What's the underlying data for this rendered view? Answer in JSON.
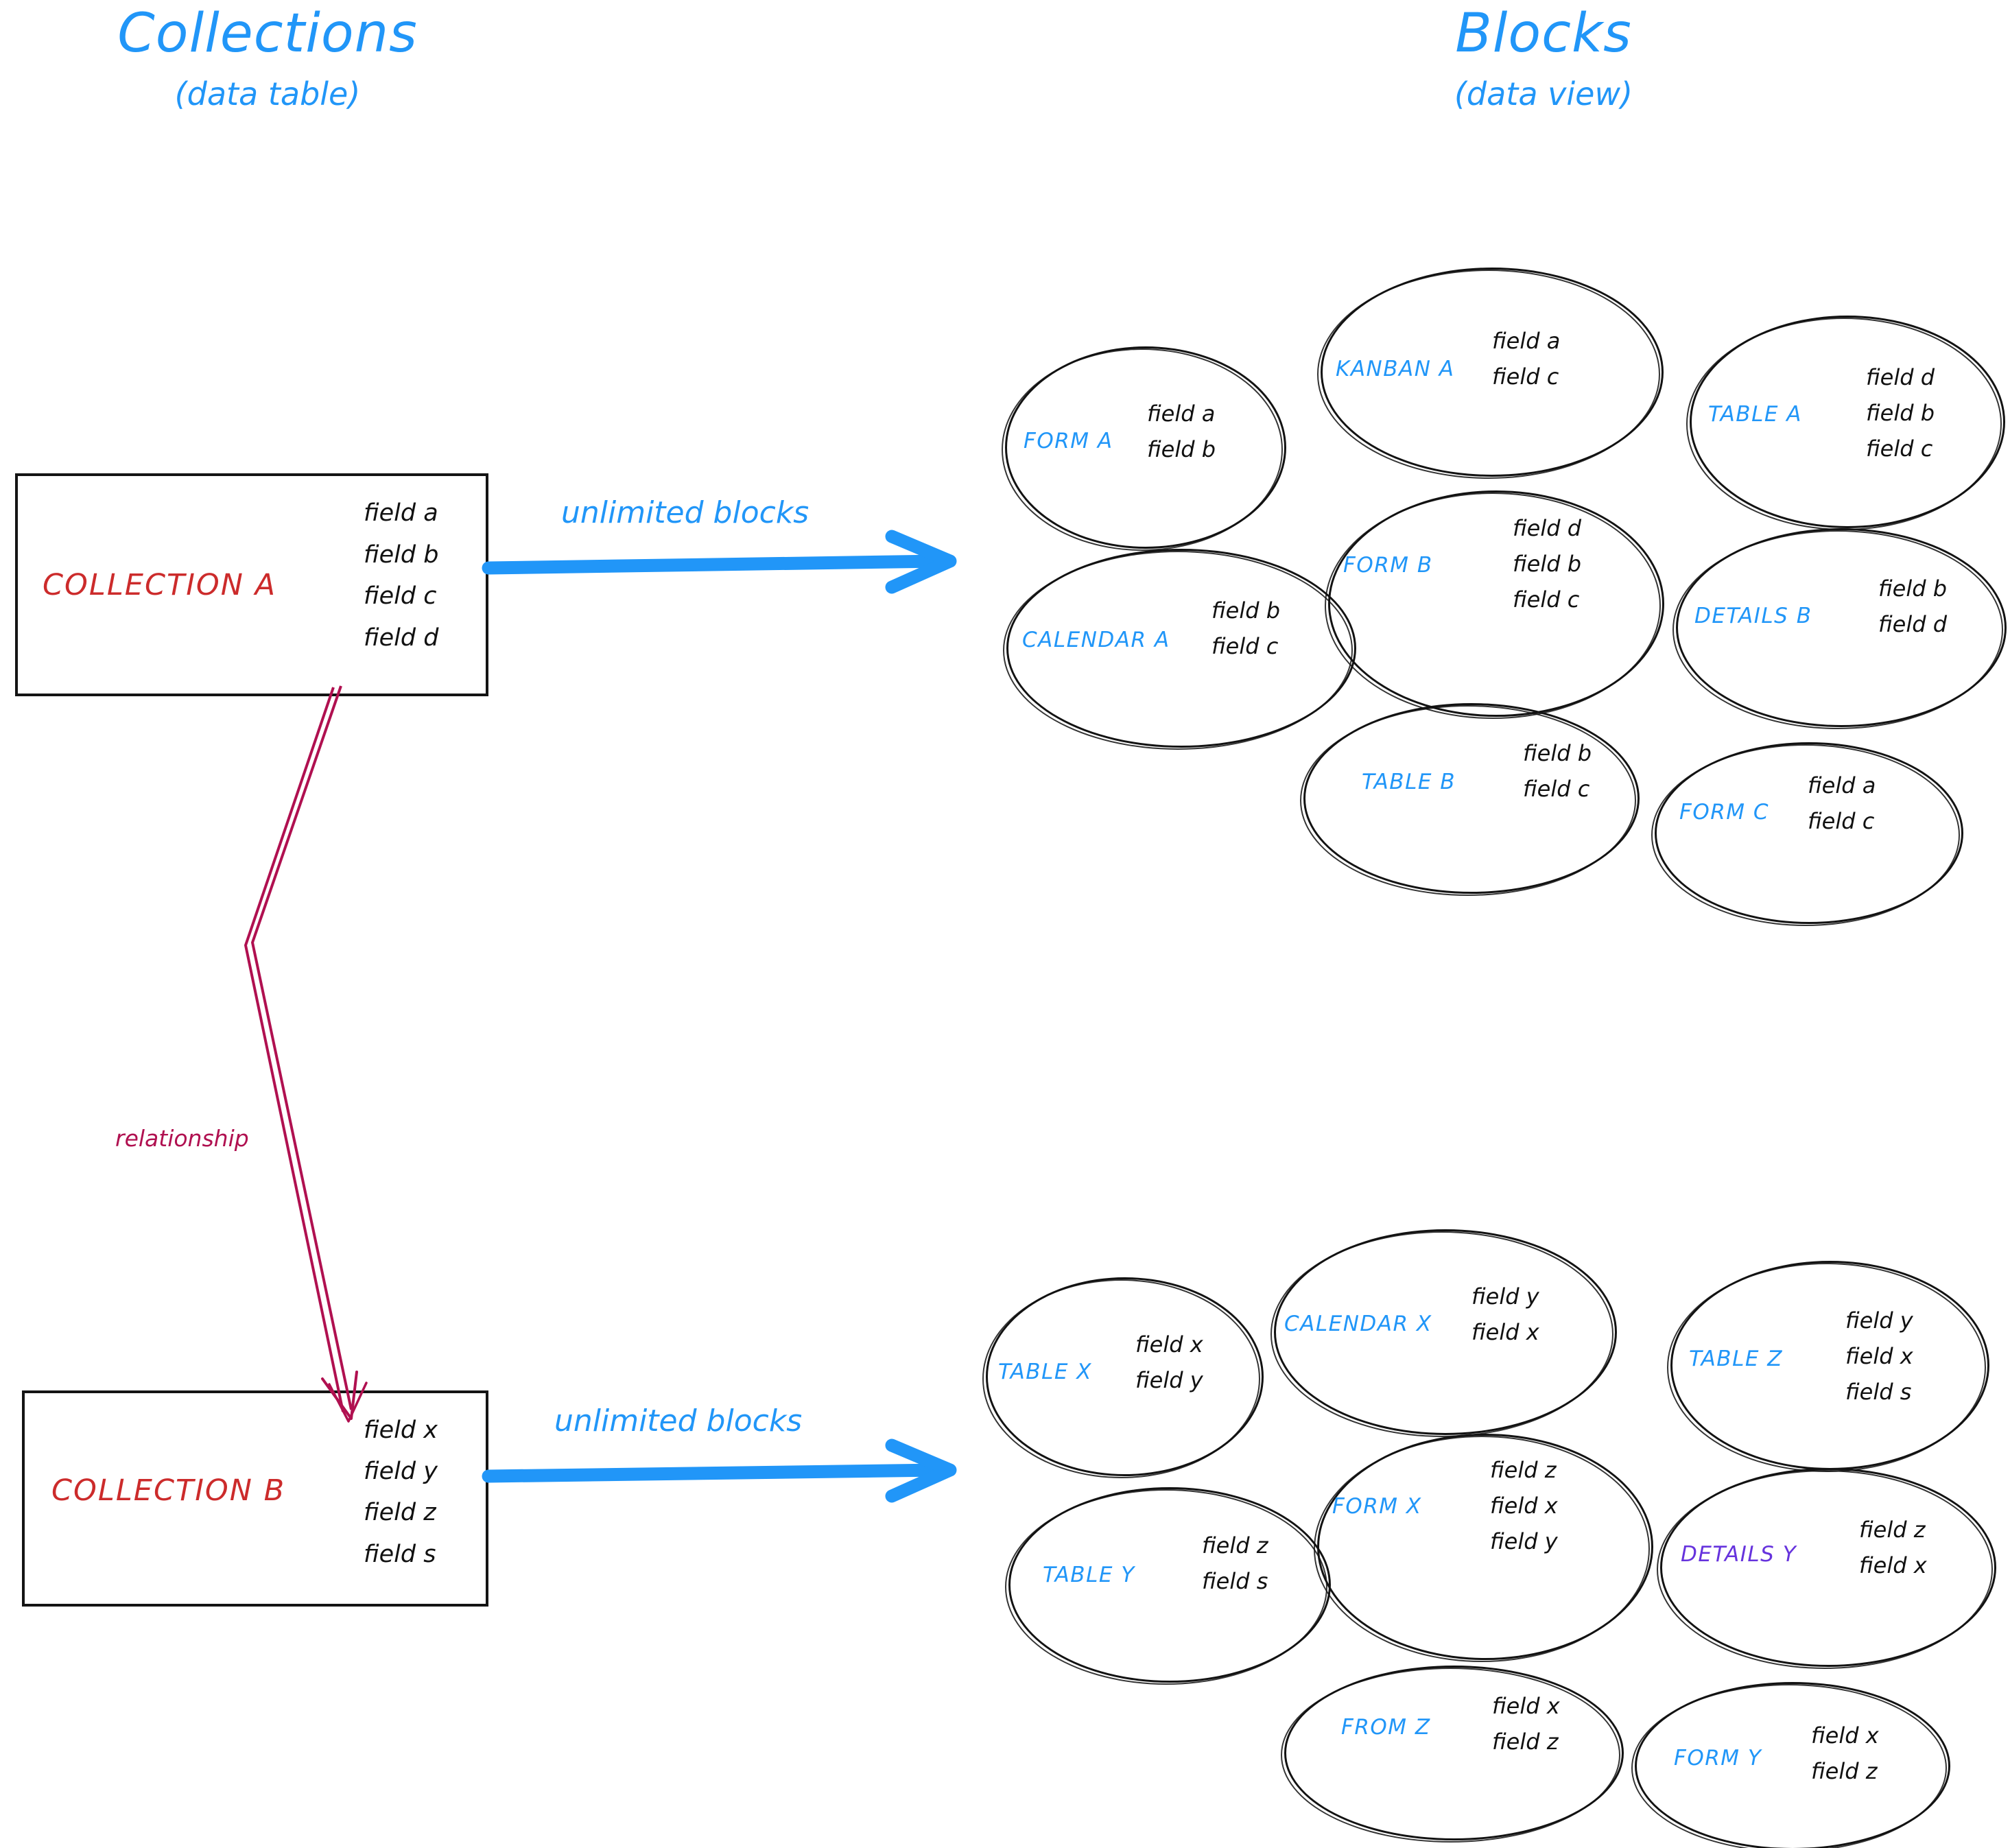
{
  "columns": {
    "left": {
      "title": "Collections",
      "subtitle": "(data table)"
    },
    "right": {
      "title": "Blocks",
      "subtitle": "(data view)"
    }
  },
  "colors": {
    "accent_blue": "#2196f8",
    "collection_red": "#cc2b2b",
    "relationship_crimson": "#b01050",
    "details_y_purple": "#6633dd",
    "ink_black": "#121212"
  },
  "collections": [
    {
      "name": "COLLECTION A",
      "fields": [
        "field a",
        "field b",
        "field c",
        "field d"
      ]
    },
    {
      "name": "COLLECTION B",
      "fields": [
        "field x",
        "field y",
        "field z",
        "field s"
      ]
    }
  ],
  "connectors": {
    "arrow_top_label": "unlimited blocks",
    "arrow_bottom_label": "unlimited blocks",
    "relationship_label": "relationship"
  },
  "block_groups": [
    {
      "source": "COLLECTION A",
      "blocks": [
        {
          "name": "FORM A",
          "fields": [
            "field a",
            "field b"
          ]
        },
        {
          "name": "KANBAN A",
          "fields": [
            "field a",
            "field c"
          ]
        },
        {
          "name": "TABLE A",
          "fields": [
            "field d",
            "field b",
            "field c"
          ]
        },
        {
          "name": "CALENDAR A",
          "fields": [
            "field b",
            "field c"
          ]
        },
        {
          "name": "FORM B",
          "fields": [
            "field d",
            "field b",
            "field c"
          ]
        },
        {
          "name": "DETAILS B",
          "fields": [
            "field b",
            "field d"
          ]
        },
        {
          "name": "TABLE B",
          "fields": [
            "field b",
            "field c"
          ]
        },
        {
          "name": "FORM C",
          "fields": [
            "field a",
            "field c"
          ]
        }
      ]
    },
    {
      "source": "COLLECTION B",
      "blocks": [
        {
          "name": "TABLE X",
          "fields": [
            "field x",
            "field y"
          ]
        },
        {
          "name": "CALENDAR X",
          "fields": [
            "field y",
            "field x"
          ]
        },
        {
          "name": "TABLE Z",
          "fields": [
            "field y",
            "field x",
            "field s"
          ]
        },
        {
          "name": "TABLE Y",
          "fields": [
            "field z",
            "field s"
          ]
        },
        {
          "name": "FORM X",
          "fields": [
            "field z",
            "field x",
            "field y"
          ]
        },
        {
          "name": "DETAILS Y",
          "fields": [
            "field z",
            "field x"
          ]
        },
        {
          "name": "FROM Z",
          "fields": [
            "field x",
            "field z"
          ]
        },
        {
          "name": "FORM Y",
          "fields": [
            "field x",
            "field z"
          ]
        }
      ]
    }
  ]
}
